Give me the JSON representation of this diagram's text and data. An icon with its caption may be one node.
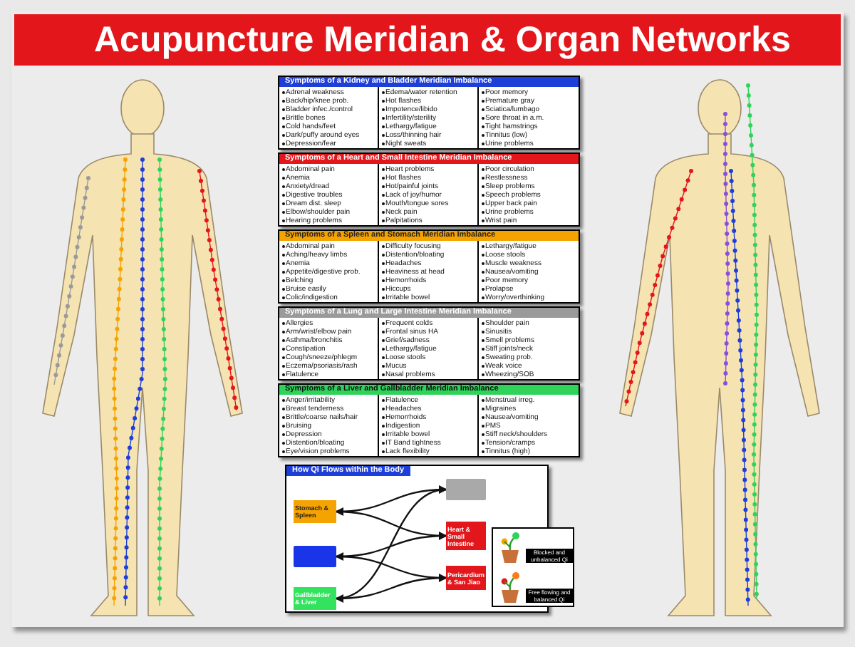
{
  "diagram": {
    "title": "Acupuncture Meridian & Organ Networks",
    "nodes": [
      {
        "text": [
          "Symptoms of a Kidney and Bladder Meridian Imbalance",
          "Adrenal weakness",
          "Back/hip/knee prob.",
          "Bladder infec./control",
          "Brittle bones",
          "Cold hands/feet",
          "Dark/puffy around eyes",
          "Depression/fear",
          "Edema/water retention",
          "Hot flashes",
          "Impotence/libido",
          "Infertility/sterility",
          "Lethargy/fatigue",
          "Loss/thinning hair",
          "Night sweats",
          "Poor memory",
          "Premature gray",
          "Sciatica/lumbago",
          "Sore throat in a.m.",
          "Tight hamstrings",
          "Tinnitus (low)",
          "Urine problems"
        ]
      },
      {
        "text": [
          "Symptoms of a Heart and Small Intestine Meridian Imbalance",
          "Abdominal pain",
          "Anemia",
          "Anxiety/dread",
          "Digestive troubles",
          "Dream dist. sleep",
          "Elbow/shoulder pain",
          "Hearing problems",
          "Heart problems",
          "Hot flashes",
          "Hot/painful joints",
          "Lack of joy/humor",
          "Mouth/tongue sores",
          "Neck pain",
          "Palpitations",
          "Poor circulation",
          "Restlessness",
          "Sleep problems",
          "Speech problems",
          "Upper back pain",
          "Urine problems",
          "Wrist pain"
        ]
      },
      {
        "text": [
          "Symptoms of a Spleen and Stomach Meridian Imbalance",
          "Abdominal pain",
          "Aching/heavy limbs",
          "Anemia",
          "Appetite/digestive prob.",
          "Belching",
          "Bruise easily",
          "Colic/indigestion",
          "Difficulty focusing",
          "Distention/bloating",
          "Headaches",
          "Heaviness at head",
          "Hemorrhoids",
          "Hiccups",
          "Irritable bowel",
          "Lethargy/fatigue",
          "Loose stools",
          "Muscle weakness",
          "Nausea/vomiting",
          "Poor memory",
          "Prolapse",
          "Worry/overthinking"
        ]
      },
      {
        "text": [
          "Symptoms of a Lung and Large Intestine Meridian Imbalance",
          "Allergies",
          "Arm/wrist/elbow pain",
          "Asthma/bronchitis",
          "Constipation",
          "Cough/sneeze/phlegm",
          "Eczema/psoriasis/rash",
          "Flatulence",
          "Frequent colds",
          "Frontal sinus HA",
          "Grief/sadness",
          "Lethargy/fatigue",
          "Loose stools",
          "Mucus",
          "Nasal problems",
          "Shoulder pain",
          "Sinusitis",
          "Smell problems",
          "Stiff joints/neck",
          "Sweating prob.",
          "Weak voice",
          "Wheezing/SOB"
        ]
      },
      {
        "text": [
          "Symptoms of a Liver and Gallbladder Meridian Imbalance",
          "Anger/irritability",
          "Breast tenderness",
          "Brittle/coarse nails/hair",
          "Bruising",
          "Depression",
          "Distention/bloating",
          "Eye/vision problems",
          "Flatulence",
          "Headaches",
          "Hemorrhoids",
          "Indigestion",
          "Irritable bowel",
          "IT Band tightness",
          "Lack flexibility",
          "Menstrual irreg.",
          "Migraines",
          "Nausea/vomiting",
          "PMS",
          "Stiff neck/shoulders",
          "Tension/cramps",
          "Tinnitus (high)"
        ]
      },
      {
        "text": [
          "How Qi Flows within the Body"
        ]
      },
      {
        "text": [],
        "shape": "box",
        "in": 5
      },
      {
        "text": [
          "Stomach & Spleen"
        ],
        "in": 5
      },
      {
        "text": [
          "Heart & Small Intestine"
        ],
        "in": 5
      },
      {
        "text": [],
        "shape": "box",
        "in": 5
      },
      {
        "text": [
          "Pericardium & San Jiao"
        ],
        "in": 5
      },
      {
        "text": [
          "Gallbladder & Liver"
        ],
        "in": 5
      },
      {
        "text": [
          "Blocked and unbalanced Qi",
          "Free flowing and balanced Qi"
        ]
      }
    ],
    "edges": [
      {
        "from": 6,
        "to": 7,
        "arrow": "to"
      },
      {
        "from": 7,
        "to": 8,
        "arrow": "to"
      },
      {
        "from": 8,
        "to": 9,
        "arrow": "to"
      },
      {
        "from": 9,
        "to": 10,
        "arrow": "to"
      },
      {
        "from": 10,
        "to": 11,
        "arrow": "to"
      },
      {
        "from": 11,
        "to": 6,
        "arrow": "to"
      }
    ]
  }
}
